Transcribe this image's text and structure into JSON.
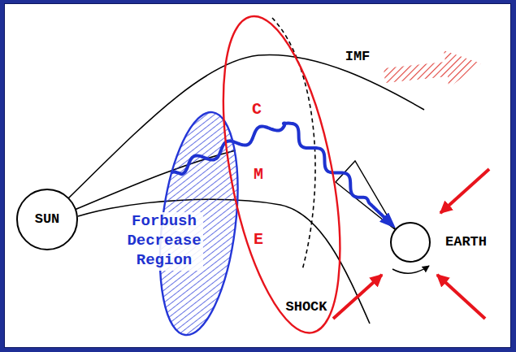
{
  "diagram": {
    "nodes": [
      {
        "text": [
          "SUN"
        ]
      },
      {
        "text": [
          "Forbush Decrease Region"
        ]
      },
      {
        "text": [
          "C",
          "M",
          "E"
        ]
      },
      {
        "text": [
          "EARTH"
        ]
      }
    ],
    "edges": [
      {
        "from": 1,
        "to": 3,
        "arrow": "to"
      }
    ],
    "labels": [
      "IMF",
      "SHOCK"
    ]
  }
}
